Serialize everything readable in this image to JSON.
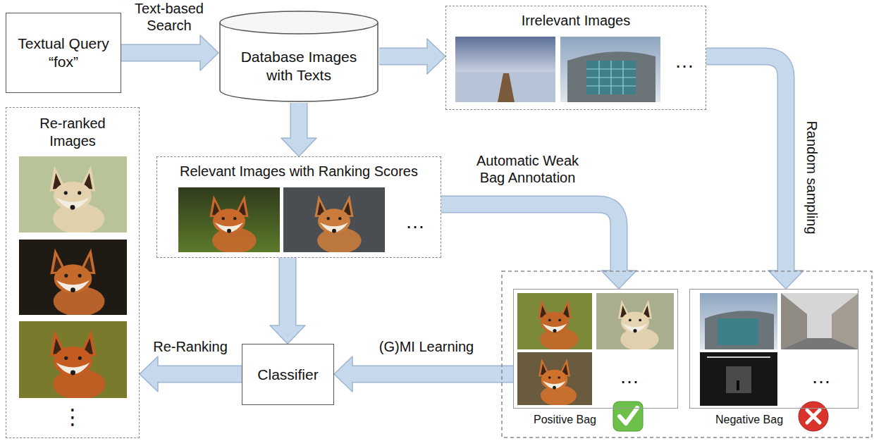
{
  "diagram": {
    "nodes": [
      {
        "text": [
          "Textual Query “fox”"
        ]
      },
      {
        "text": [
          "Database Images with Texts"
        ]
      },
      {
        "text": [
          "Irrelevant Images",
          "…"
        ]
      },
      {
        "text": [
          "Re-ranked Images",
          "⋮"
        ]
      },
      {
        "text": [
          "Relevant Images with Ranking Scores",
          "…"
        ]
      },
      {
        "text": [
          "Classifier"
        ]
      },
      {
        "text": [
          "Positive Bag",
          "…"
        ]
      },
      {
        "text": [
          "Negative Bag",
          "…"
        ]
      }
    ],
    "edges": [
      {
        "from": 0,
        "to": 1,
        "arrow": "to",
        "label": "Text-based Search"
      },
      {
        "from": 1,
        "to": 2,
        "arrow": "to"
      },
      {
        "from": 1,
        "to": 4,
        "arrow": "to"
      },
      {
        "from": 4,
        "to": 6,
        "arrow": "to",
        "label": "Automatic Weak Bag Annotation"
      },
      {
        "from": 2,
        "to": 7,
        "arrow": "to",
        "label": "Random sampling"
      },
      {
        "from": 4,
        "to": 5,
        "arrow": "to"
      },
      {
        "from": 6,
        "to": 5,
        "arrow": "to",
        "label": "(G)MI Learning"
      },
      {
        "from": 5,
        "to": 3,
        "arrow": "to",
        "label": "Re-Ranking"
      }
    ]
  }
}
